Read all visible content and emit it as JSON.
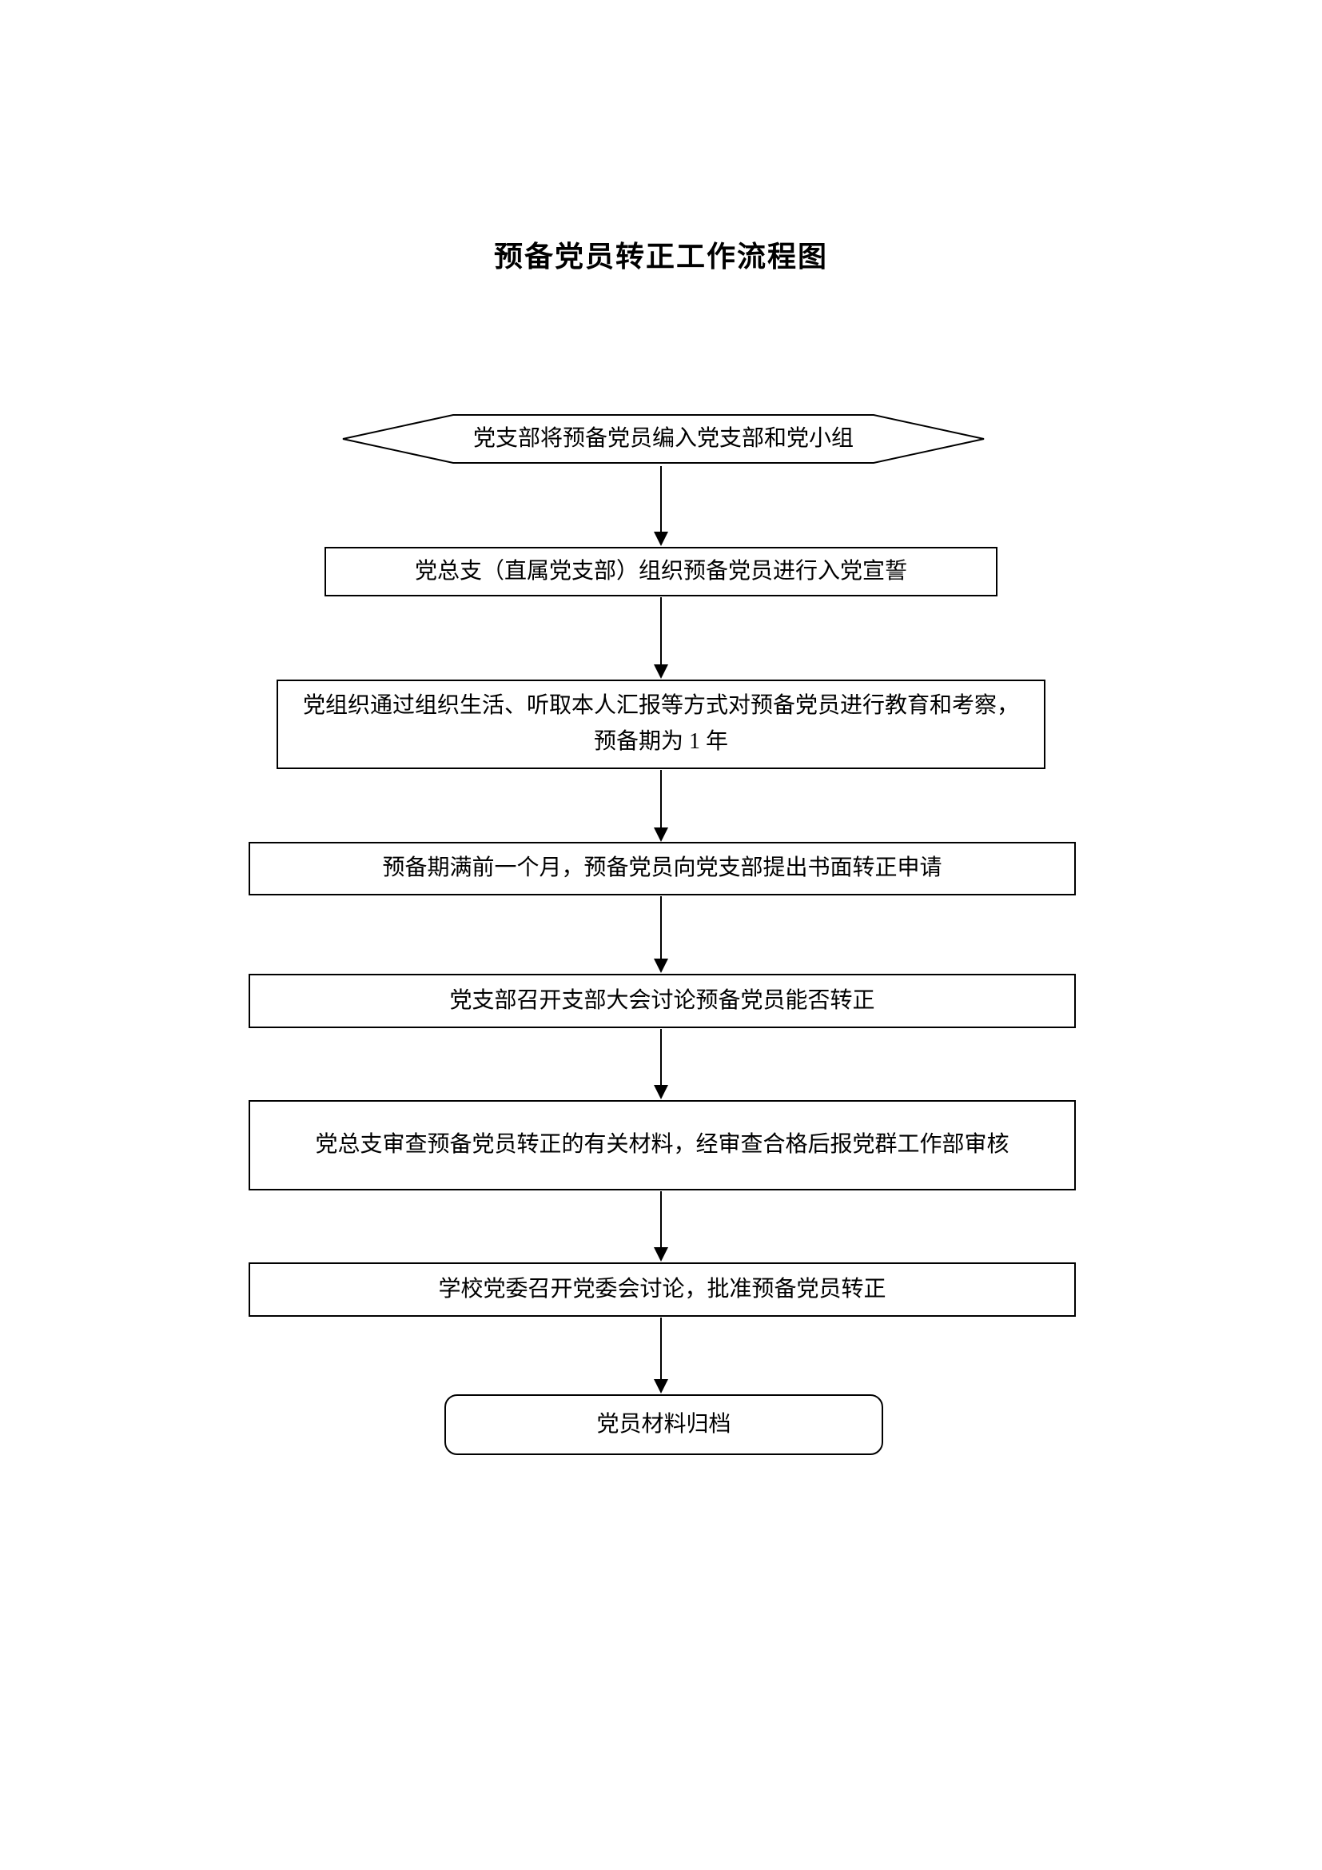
{
  "title": "预备党员转正工作流程图",
  "colors": {
    "line": "#000000",
    "background": "#ffffff"
  },
  "flowchart": {
    "nodes": [
      {
        "shape": "hexagon",
        "text": "党支部将预备党员编入党支部和党小组"
      },
      {
        "shape": "rect",
        "text": "党总支（直属党支部）组织预备党员进行入党宣誓"
      },
      {
        "shape": "rect",
        "text": "党组织通过组织生活、听取本人汇报等方式对预备党员进行教育和考察，预备期为 1 年"
      },
      {
        "shape": "rect",
        "text": "预备期满前一个月，预备党员向党支部提出书面转正申请"
      },
      {
        "shape": "rect",
        "text": "党支部召开支部大会讨论预备党员能否转正"
      },
      {
        "shape": "rect",
        "text": "党总支审查预备党员转正的有关材料，经审查合格后报党群工作部审核"
      },
      {
        "shape": "rect",
        "text": "学校党委召开党委会讨论，批准预备党员转正"
      },
      {
        "shape": "rounded",
        "text": "党员材料归档"
      }
    ]
  }
}
